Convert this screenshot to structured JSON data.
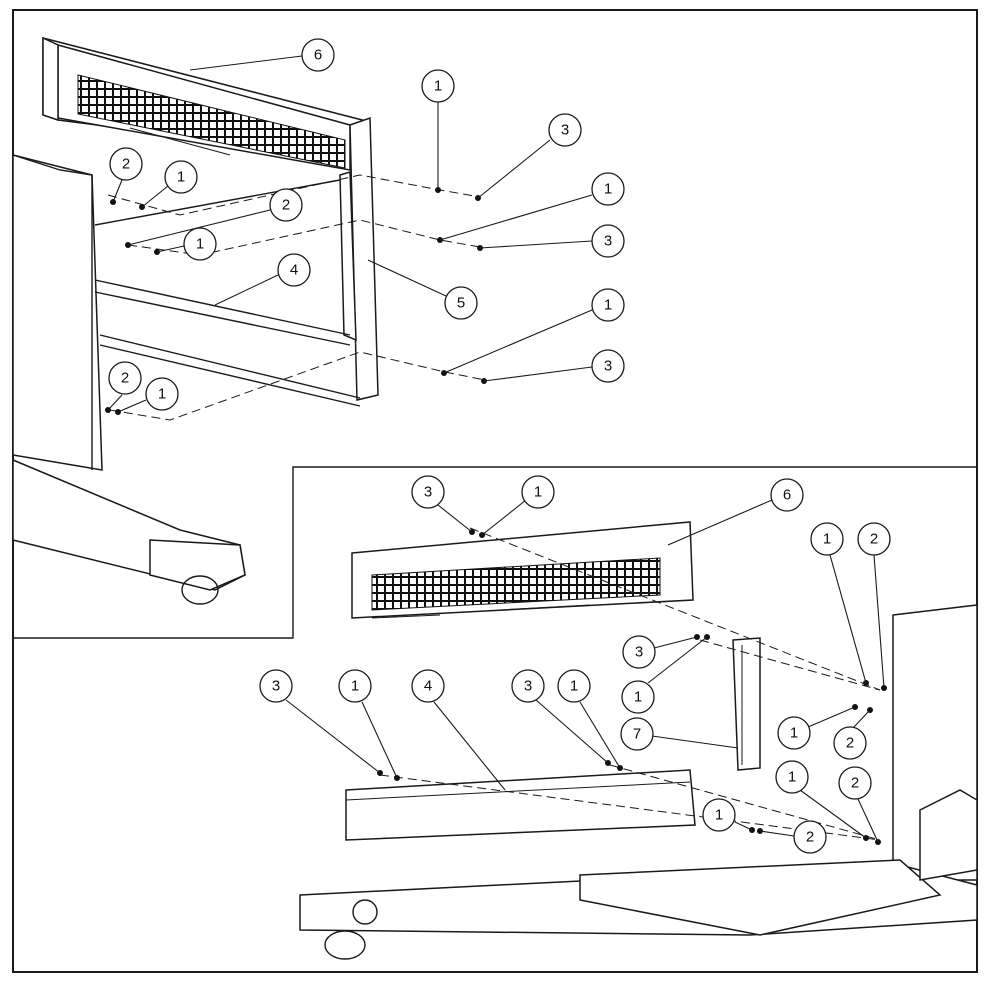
{
  "callouts": {
    "top": [
      "6",
      "1",
      "3",
      "2",
      "1",
      "2",
      "1",
      "1",
      "3",
      "4",
      "5",
      "1",
      "3",
      "2",
      "1"
    ],
    "bottom": [
      "3",
      "1",
      "6",
      "1",
      "2",
      "3",
      "1",
      "3",
      "1",
      "4",
      "3",
      "1",
      "7",
      "1",
      "2",
      "1",
      "2",
      "1",
      "2"
    ]
  }
}
